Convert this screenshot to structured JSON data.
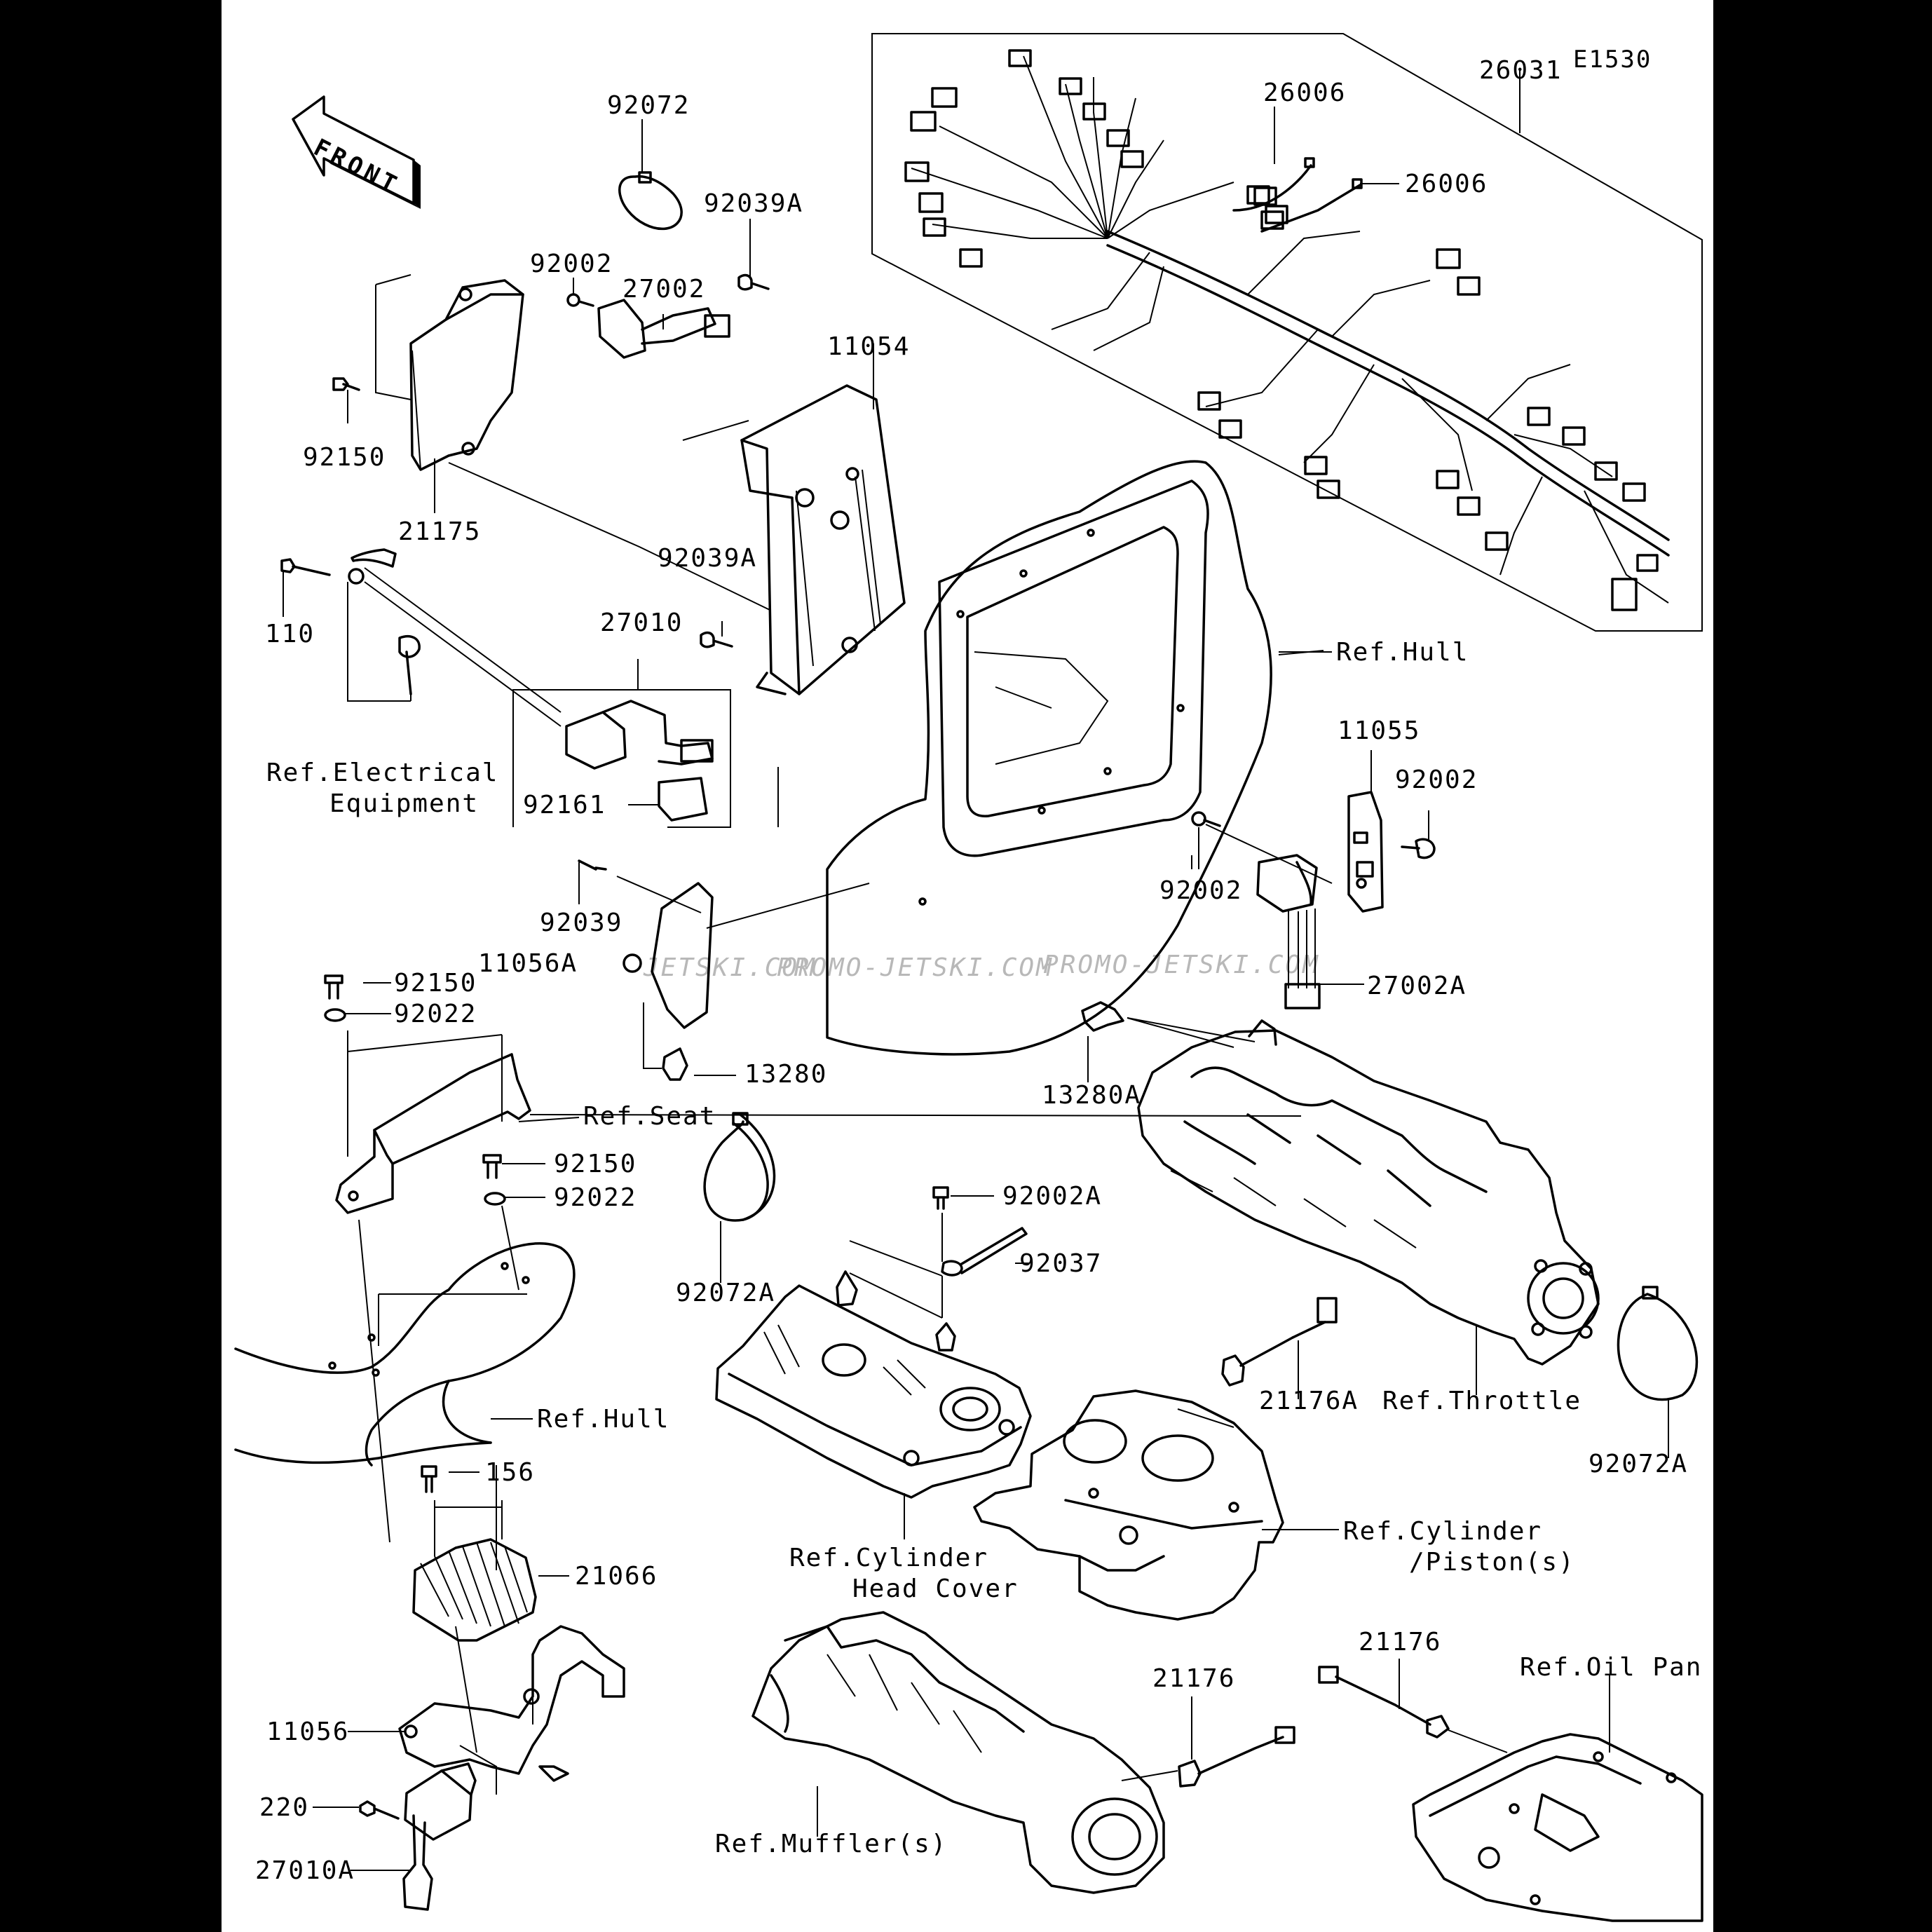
{
  "diagram": {
    "code": "E1530",
    "front_label": "FRONT",
    "watermark": "PROMO-JETSKI.COM",
    "watermark_partial": "JETSKI.COM"
  },
  "parts": [
    {
      "id": "p26031",
      "label": "26031"
    },
    {
      "id": "p26006a",
      "label": "26006"
    },
    {
      "id": "p26006b",
      "label": "26006"
    },
    {
      "id": "p92072",
      "label": "92072"
    },
    {
      "id": "p92039A_top",
      "label": "92039A"
    },
    {
      "id": "p92002_top",
      "label": "92002"
    },
    {
      "id": "p27002",
      "label": "27002"
    },
    {
      "id": "p11054",
      "label": "11054"
    },
    {
      "id": "p92150_top",
      "label": "92150"
    },
    {
      "id": "p21175",
      "label": "21175"
    },
    {
      "id": "p92039A_mid",
      "label": "92039A"
    },
    {
      "id": "p110",
      "label": "110"
    },
    {
      "id": "p27010",
      "label": "27010"
    },
    {
      "id": "p11055",
      "label": "11055"
    },
    {
      "id": "p92002_right",
      "label": "92002"
    },
    {
      "id": "p92002_left",
      "label": "92002"
    },
    {
      "id": "p92161",
      "label": "92161"
    },
    {
      "id": "p92039",
      "label": "92039"
    },
    {
      "id": "p11056A",
      "label": "11056A"
    },
    {
      "id": "p27002A",
      "label": "27002A"
    },
    {
      "id": "p92150_a",
      "label": "92150"
    },
    {
      "id": "p92022_a",
      "label": "92022"
    },
    {
      "id": "p13280",
      "label": "13280"
    },
    {
      "id": "p13280A",
      "label": "13280A"
    },
    {
      "id": "p92150_b",
      "label": "92150"
    },
    {
      "id": "p92022_b",
      "label": "92022"
    },
    {
      "id": "p92002A",
      "label": "92002A"
    },
    {
      "id": "p92037",
      "label": "92037"
    },
    {
      "id": "p92072A_left",
      "label": "92072A"
    },
    {
      "id": "p21176A",
      "label": "21176A"
    },
    {
      "id": "p92072A_right",
      "label": "92072A"
    },
    {
      "id": "p156",
      "label": "156"
    },
    {
      "id": "p21066",
      "label": "21066"
    },
    {
      "id": "p11056",
      "label": "11056"
    },
    {
      "id": "p220",
      "label": "220"
    },
    {
      "id": "p27010A",
      "label": "27010A"
    },
    {
      "id": "p21176_a",
      "label": "21176"
    },
    {
      "id": "p21176_b",
      "label": "21176"
    }
  ],
  "references": [
    {
      "id": "ref_hull_top",
      "lines": [
        "Ref.Hull"
      ]
    },
    {
      "id": "ref_elec",
      "lines": [
        "Ref.Electrical",
        "Equipment"
      ]
    },
    {
      "id": "ref_seat",
      "lines": [
        "Ref.Seat"
      ]
    },
    {
      "id": "ref_hull_bottom",
      "lines": [
        "Ref.Hull"
      ]
    },
    {
      "id": "ref_throttle",
      "lines": [
        "Ref.Throttle"
      ]
    },
    {
      "id": "ref_chc",
      "lines": [
        "Ref.Cylinder",
        "Head Cover"
      ]
    },
    {
      "id": "ref_cyl",
      "lines": [
        "Ref.Cylinder",
        "/Piston(s)"
      ]
    },
    {
      "id": "ref_oilpan",
      "lines": [
        "Ref.Oil Pan"
      ]
    },
    {
      "id": "ref_muffler",
      "lines": [
        "Ref.Muffler(s)"
      ]
    }
  ]
}
